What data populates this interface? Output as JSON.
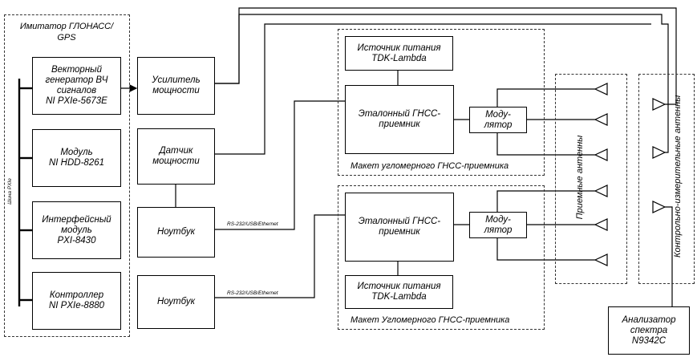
{
  "simulator": {
    "title": "Имитатор ГЛОНАСС/\nGPS",
    "bus_label": "Шина PXIe",
    "generator": "Векторный\nгенератор ВЧ\nсигналов\nNI PXIe-5673E",
    "module": "Модуль\nNI HDD-8261",
    "interface": "Интерфейсный\nмодуль\nPXI-8430",
    "controller": "Контроллер\nNI PXIe-8880"
  },
  "amplifier": "Усилитель\nмощности",
  "power_sensor": "Датчик\nмощности",
  "laptop1": "Ноутбук",
  "laptop2": "Ноутбук",
  "link_label_1": "RS-232/USB/Ethernet",
  "link_label_2": "RS-232/USB/Ethernet",
  "mockup1": {
    "power_source": "Источник питания\nTDK-Lambda",
    "receiver": "Эталонный ГНСС-\nприемник",
    "modulator": "Моду-\nлятор",
    "caption": "Макет угломерного ГНСС-приемника"
  },
  "mockup2": {
    "power_source": "Источник питания\nTDK-Lambda",
    "receiver": "Эталонный ГНСС-\nприемник",
    "modulator": "Моду-\nлятор",
    "caption": "Макет Угломерного ГНСС-приемника"
  },
  "receive_antennas": "Приемные антенны",
  "control_antennas": "Контрольно-измерительные антенны",
  "analyzer": "Анализатор\nспектра\nN9342C"
}
